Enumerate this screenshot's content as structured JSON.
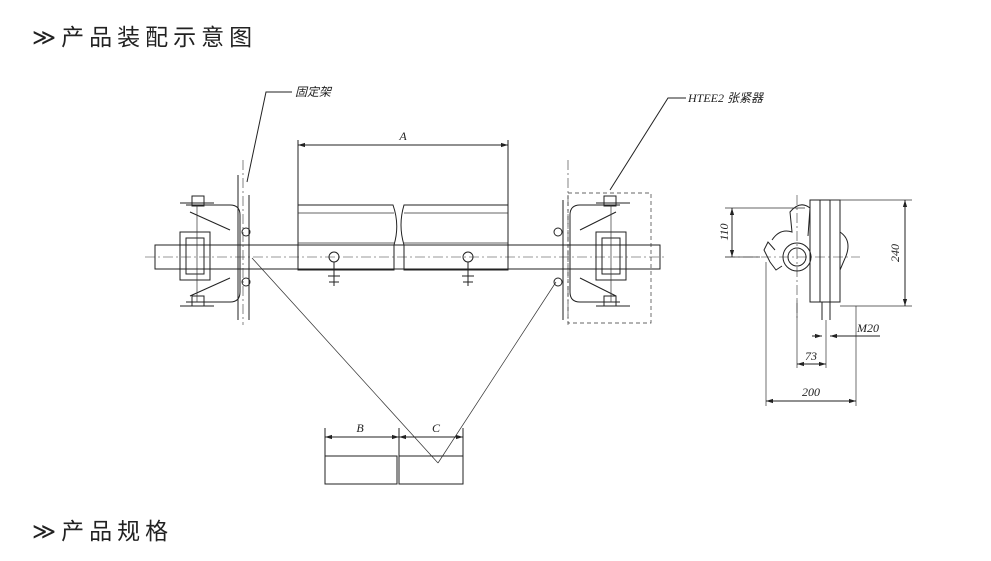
{
  "sections": {
    "marker": "≫",
    "assembly_title": "产品装配示意图",
    "spec_title": "产品规格"
  },
  "diagram": {
    "callout_fixed_frame": "固定架",
    "callout_tensioner": "HTEE2 张紧器",
    "dim_a": "A",
    "dim_b": "B",
    "dim_c": "C",
    "dim_110": "110",
    "dim_240": "240",
    "dim_m20": "M20",
    "dim_73": "73",
    "dim_200": "200"
  },
  "colors": {
    "line": "#222222",
    "background": "#ffffff"
  }
}
